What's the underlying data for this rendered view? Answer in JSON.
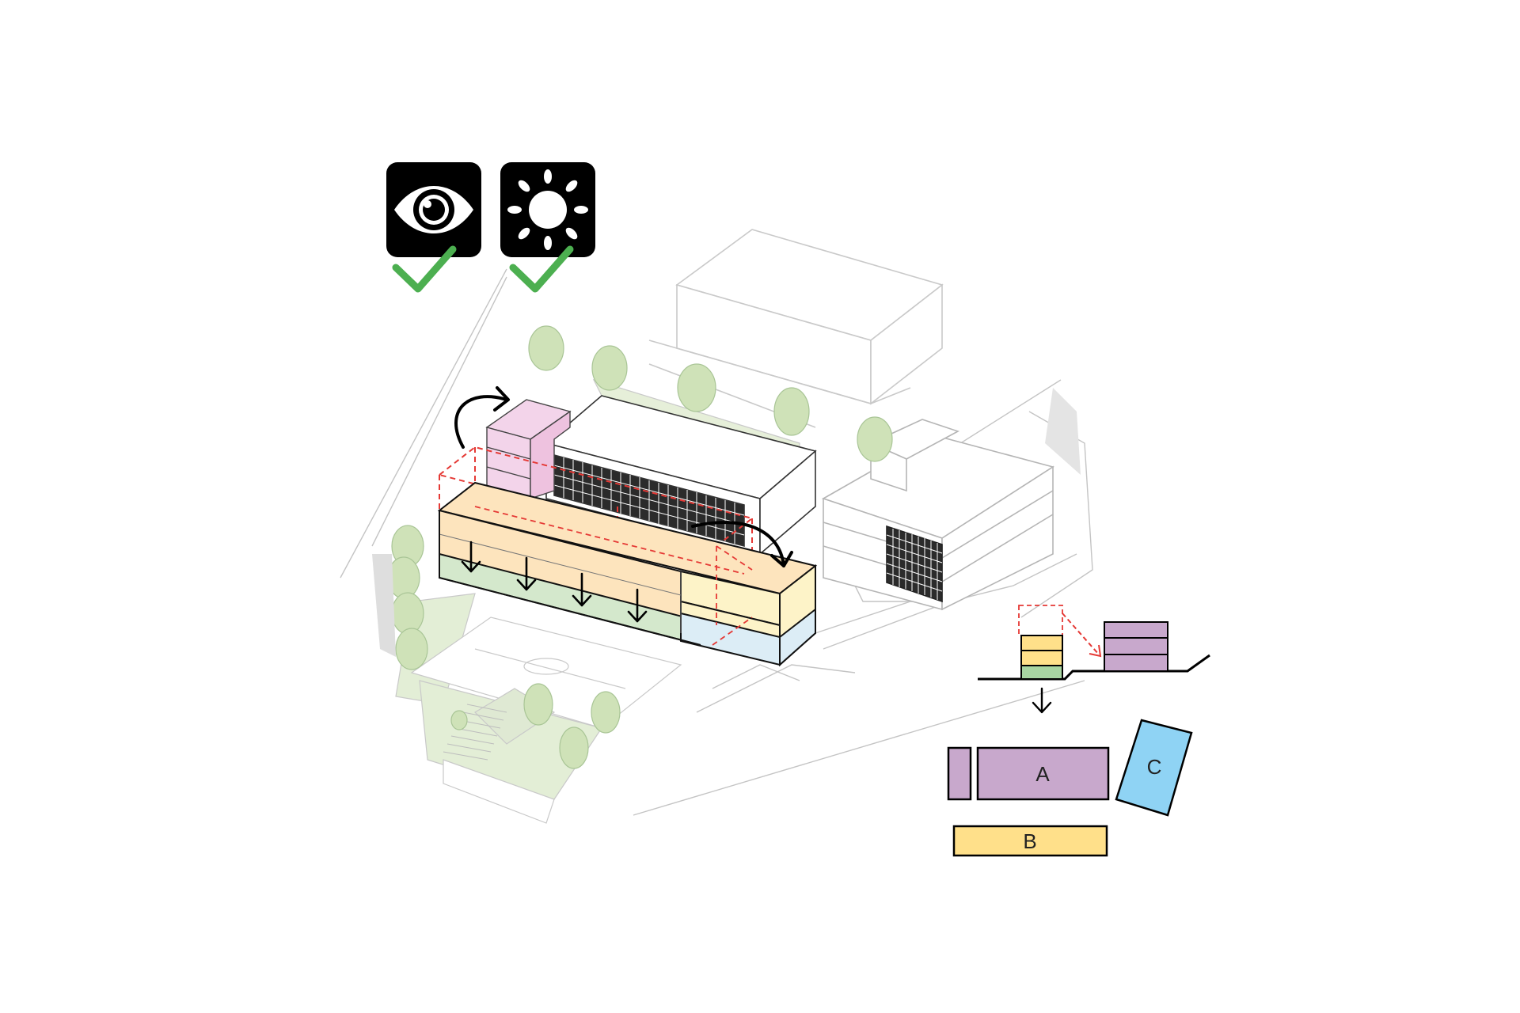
{
  "icons": {
    "view": {
      "icon": "eye-icon",
      "status": "check-icon",
      "bg": "#000000",
      "fg": "#ffffff"
    },
    "sun": {
      "icon": "sun-icon",
      "status": "check-icon",
      "bg": "#000000",
      "fg": "#ffffff"
    },
    "check_color": "#4caf50"
  },
  "zones": {
    "pink": "#f3d4ea",
    "orange": "#fde4bd",
    "yellow": "#fdf3c8",
    "green": "#d4e8cc",
    "blue": "#dcedf6",
    "ghost_outline": "#e53935"
  },
  "legend": {
    "blocks": [
      {
        "id": "A",
        "label": "A",
        "color": "#c8a8cc"
      },
      {
        "id": "B",
        "label": "B",
        "color": "#ffe08a"
      },
      {
        "id": "C",
        "label": "C",
        "color": "#8fd3f4"
      }
    ]
  }
}
